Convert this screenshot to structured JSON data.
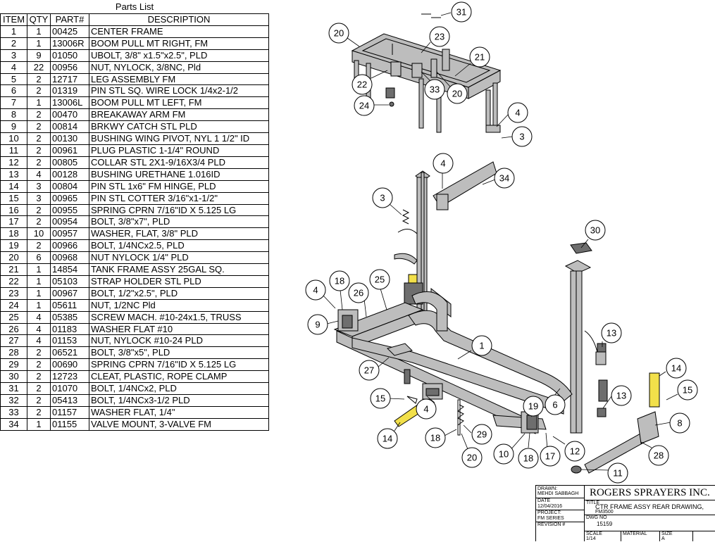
{
  "parts_list": {
    "caption": "Parts List",
    "headers": [
      "ITEM",
      "QTY",
      "PART#",
      "DESCRIPTION"
    ],
    "rows": [
      [
        "1",
        "1",
        "00425",
        "CENTER FRAME"
      ],
      [
        "2",
        "1",
        "13006R",
        "BOOM PULL MT RIGHT, FM"
      ],
      [
        "3",
        "9",
        "01050",
        "UBOLT, 3/8\" x1.5\"x2.5\", PLD"
      ],
      [
        "4",
        "22",
        "00956",
        "NUT, NYLOCK, 3/8NC, Pld"
      ],
      [
        "5",
        "2",
        "12717",
        "LEG ASSEMBLY FM"
      ],
      [
        "6",
        "2",
        "01319",
        "PIN STL SQ. WIRE LOCK 1/4x2-1/2"
      ],
      [
        "7",
        "1",
        "13006L",
        "BOOM PULL MT LEFT, FM"
      ],
      [
        "8",
        "2",
        "00470",
        "BREAKAWAY ARM FM"
      ],
      [
        "9",
        "2",
        "00814",
        "BRKWY CATCH STL PLD"
      ],
      [
        "10",
        "2",
        "00130",
        "BUSHING WING PIVOT, NYL 1 1/2\" ID"
      ],
      [
        "11",
        "2",
        "00961",
        "PLUG PLASTIC 1-1/4\" ROUND"
      ],
      [
        "12",
        "2",
        "00805",
        "COLLAR STL 2X1-9/16X3/4 PLD"
      ],
      [
        "13",
        "4",
        "00128",
        "BUSHING  URETHANE 1.016ID"
      ],
      [
        "14",
        "3",
        "00804",
        "PIN STL 1x6\" FM HINGE, PLD"
      ],
      [
        "15",
        "3",
        "00965",
        "PIN STL COTTER 3/16\"x1-1/2\""
      ],
      [
        "16",
        "2",
        "00955",
        "SPRING CPRN 7/16\"ID X 5.125 LG"
      ],
      [
        "17",
        "2",
        "00954",
        "BOLT, 3/8\"x7\", PLD"
      ],
      [
        "18",
        "10",
        "00957",
        "WASHER, FLAT, 3/8\" PLD"
      ],
      [
        "19",
        "2",
        "00966",
        "BOLT, 1/4NCx2.5, PLD"
      ],
      [
        "20",
        "6",
        "00968",
        "NUT NYLOCK 1/4\" PLD"
      ],
      [
        "21",
        "1",
        "14854",
        "TANK FRAME ASSY 25GAL SQ."
      ],
      [
        "22",
        "1",
        "05103",
        "STRAP HOLDER STL PLD"
      ],
      [
        "23",
        "1",
        "00967",
        "BOLT, 1/2\"x2.5\", PLD"
      ],
      [
        "24",
        "1",
        "05611",
        "NUT, 1/2NC Pld"
      ],
      [
        "25",
        "4",
        "05385",
        "SCREW MACH. #10-24x1.5, TRUSS"
      ],
      [
        "26",
        "4",
        "01183",
        "WASHER FLAT #10"
      ],
      [
        "27",
        "4",
        "01153",
        "NUT, NYLOCK #10-24 PLD"
      ],
      [
        "28",
        "2",
        "06521",
        "BOLT, 3/8\"x5\", PLD"
      ],
      [
        "29",
        "2",
        "00690",
        "SPRING CPRN 7/16\"ID X 5.125 LG"
      ],
      [
        "30",
        "2",
        "12723",
        "CLEAT, PLASTIC, ROPE CLAMP"
      ],
      [
        "31",
        "2",
        "01070",
        "BOLT, 1/4NCx2, PLD"
      ],
      [
        "32",
        "2",
        "05413",
        "BOLT, 1/4NCx3-1/2 PLD"
      ],
      [
        "33",
        "2",
        "01157",
        "WASHER FLAT, 1/4\""
      ],
      [
        "34",
        "1",
        "01155",
        "VALVE MOUNT, 3-VALVE FM"
      ]
    ]
  },
  "balloons": [
    "31",
    "20",
    "23",
    "21",
    "22",
    "33",
    "20",
    "24",
    "4",
    "3",
    "4",
    "34",
    "3",
    "30",
    "18",
    "25",
    "4",
    "26",
    "9",
    "1",
    "27",
    "13",
    "14",
    "15",
    "15",
    "4",
    "6",
    "19",
    "13",
    "8",
    "14",
    "18",
    "29",
    "20",
    "10",
    "18",
    "17",
    "12",
    "28",
    "11"
  ],
  "title_block": {
    "drawn_label": "DRAWN:",
    "drawn_by": "MEHDI SABBAGH",
    "date_label": "DATE",
    "date": "12/04/2016",
    "project_label": "PROJECT:",
    "project": "FM SERIES",
    "revision_label": "REVISION #",
    "company": "ROGERS SPRAYERS INC.",
    "title_label": "TITLE",
    "title_line1": "CTR FRAME ASSY REAR DRAWING,",
    "title_line2": "FM3500",
    "dwg_label": "DWG NO",
    "dwg_no": "15159",
    "scale_label": "SCALE",
    "scale": "1/14",
    "material_label": "MATERIAL",
    "size_label": "SIZE",
    "size": "A"
  },
  "colors": {
    "line": "#000000",
    "fill_part": "#bdbdbd",
    "fill_dark": "#6e6e6e",
    "pin_yellow": "#f2e04a"
  }
}
